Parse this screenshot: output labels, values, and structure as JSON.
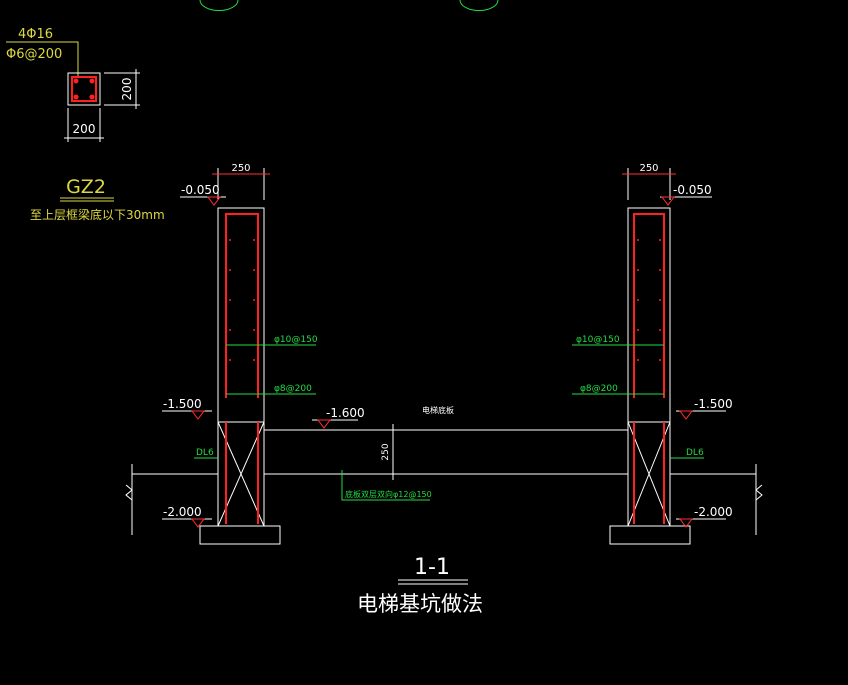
{
  "colors": {
    "background": "#000000",
    "wall": "#ffffff",
    "rebar": "#ff2020",
    "annotation_green": "#22dd44",
    "annotation_yellow": "#ddd840",
    "dimension": "#ffffff",
    "level_marker": "#ff3030",
    "cyan": "#40e0e0"
  },
  "gz2_section": {
    "rebar_main": "4Φ16",
    "rebar_stirrup": "Φ6@200",
    "dim_width": "200",
    "dim_height": "200",
    "title": "GZ2",
    "note": "至上层框梁底以下30mm"
  },
  "left_wall": {
    "dim_top_width": "250",
    "level_top": "-0.050",
    "rebar_vertical": "φ10@150",
    "rebar_horizontal": "φ8@200",
    "level_mid": "-1.500",
    "beam_label": "DL6",
    "level_bottom": "-2.000"
  },
  "right_wall": {
    "dim_top_width": "250",
    "level_top": "-0.050",
    "rebar_vertical": "φ10@150",
    "rebar_horizontal": "φ8@200",
    "level_mid": "-1.500",
    "beam_label": "DL6",
    "level_bottom": "-2.000"
  },
  "pit": {
    "level": "-1.600",
    "floor_label": "电梯底板",
    "slab_thickness": "250",
    "slab_rebar": "底板双层双向φ12@150"
  },
  "section": {
    "number": "1-1",
    "title": "电梯基坑做法"
  }
}
